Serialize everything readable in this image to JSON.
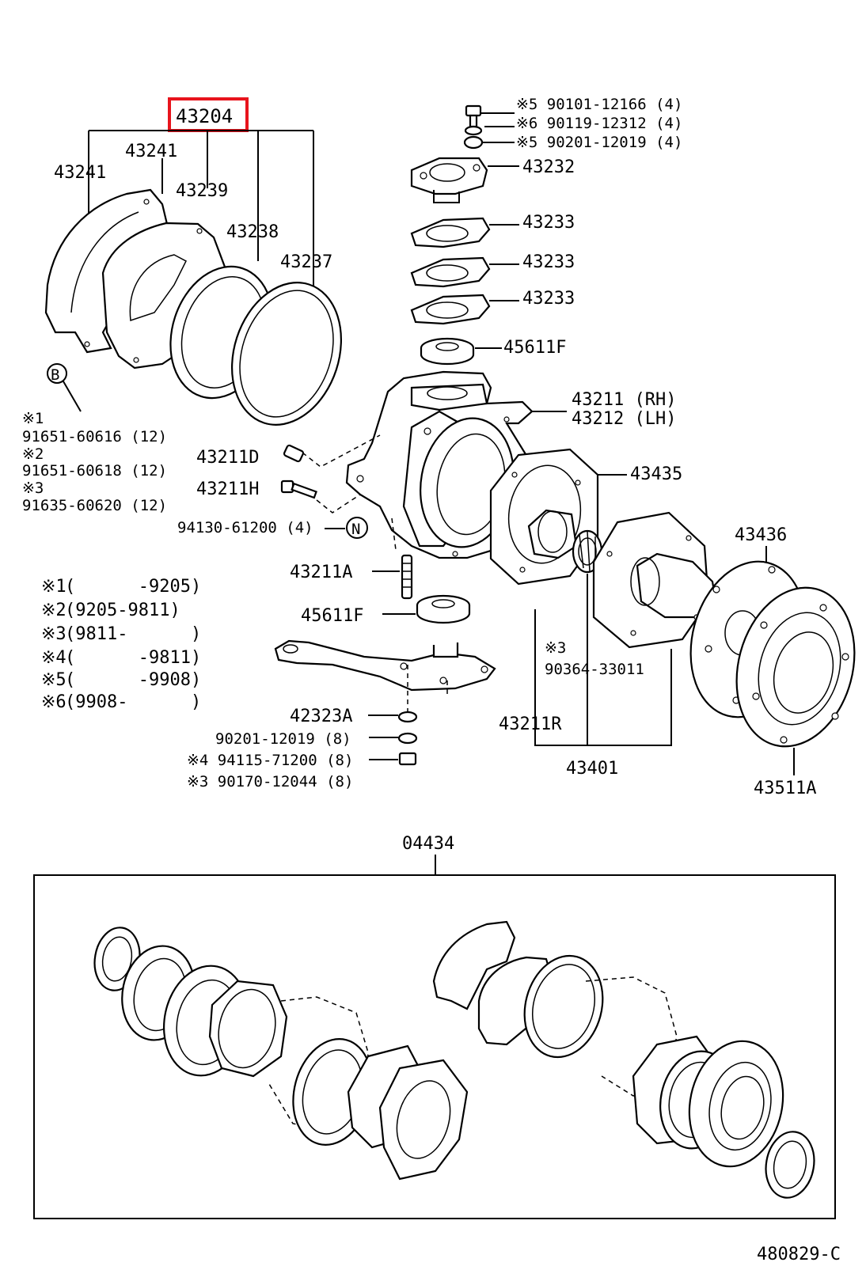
{
  "highlight_color": "#e8141c",
  "callouts": {
    "c43204": "43204",
    "c43241a": "43241",
    "c43241b": "43241",
    "c43239": "43239",
    "c43238": "43238",
    "c43237": "43237",
    "c43232": "43232",
    "c43233a": "43233",
    "c43233b": "43233",
    "c43233c": "43233",
    "c45611Fa": "45611F",
    "c43211rh": "43211 (RH)",
    "c43212lh": "43212 (LH)",
    "c43435": "43435",
    "c43436": "43436",
    "c43211D": "43211D",
    "c43211H": "43211H",
    "c94130": "94130-61200 (4)",
    "cN": "N",
    "cB": "B",
    "c43211A": "43211A",
    "c45611Fb": "45611F",
    "c42323A": "42323A",
    "c90201b": "90201-12019 (8)",
    "c94115": "※4 94115-71200 (8)",
    "c90170": "※3 90170-12044 (8)",
    "c43211R": "43211R",
    "c43401": "43401",
    "c43511A": "43511A",
    "c90364a": "※3",
    "c90364b": "90364-33011",
    "c04434": "04434",
    "diagram_id": "480829-C"
  },
  "bolt_refs": [
    "※5 90101-12166 (4)",
    "※6 90119-12312 (4)",
    "※5 90201-12019 (4)"
  ],
  "b_notes": [
    "※1",
    "91651-60616 (12)",
    "※2",
    "91651-60618 (12)",
    "※3",
    "91635-60620 (12)"
  ],
  "legend": [
    {
      "mark": "※1",
      "range": "(      -9205)"
    },
    {
      "mark": "※2",
      "range": "(9205-9811)"
    },
    {
      "mark": "※3",
      "range": "(9811-      )"
    },
    {
      "mark": "※4",
      "range": "(      -9811)"
    },
    {
      "mark": "※5",
      "range": "(      -9908)"
    },
    {
      "mark": "※6",
      "range": "(9908-      )"
    }
  ]
}
